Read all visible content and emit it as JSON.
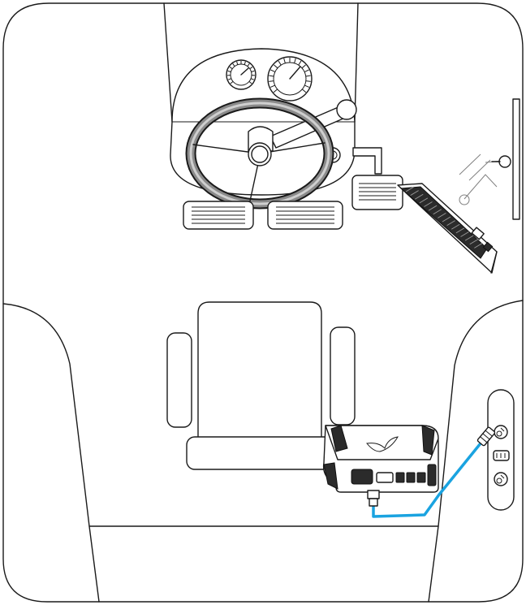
{
  "figure": {
    "colors": {
      "outline": "#1a1a1a",
      "cable": "#1aa3e0",
      "wheel_rim": "#8a8a8a",
      "panel_dark": "#2b2b2b"
    },
    "icons": [
      "cab-outline",
      "instrument-cluster",
      "speedometer-gauge",
      "tachometer-gauge",
      "steering-wheel",
      "control-lever",
      "ignition-switch",
      "foot-pedal",
      "side-panel-controller",
      "operator-seat",
      "diagnostic-interface-device",
      "data-cable",
      "diagnostic-port-panel"
    ]
  }
}
